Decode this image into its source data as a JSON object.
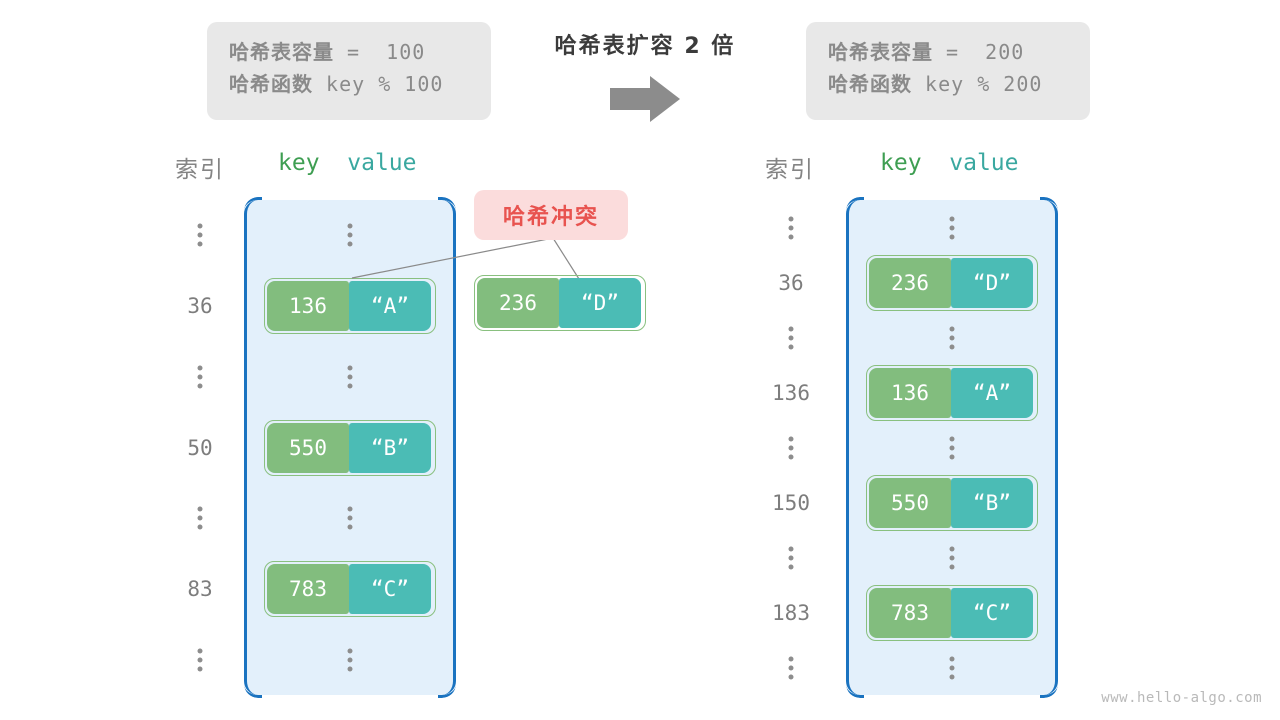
{
  "center": {
    "title": "哈希表扩容 2 倍",
    "arrow_icon": "arrow-right-icon"
  },
  "info_left": {
    "capacity_label": "哈希表容量",
    "capacity_value": " =  100",
    "hashfn_label": "哈希函数",
    "hashfn_value": " key % 100"
  },
  "info_right": {
    "capacity_label": "哈希表容量",
    "capacity_value": " =  200",
    "hashfn_label": "哈希函数",
    "hashfn_value": " key % 200"
  },
  "headers": {
    "index": "索引",
    "key": "key",
    "value": "value"
  },
  "collision": {
    "label": "哈希冲突"
  },
  "detached_cell": {
    "key": "236",
    "value": "“D”"
  },
  "left_table": {
    "rows": [
      {
        "index": "",
        "dots": true,
        "key": "",
        "value": ""
      },
      {
        "index": "36",
        "dots": false,
        "key": "136",
        "value": "“A”"
      },
      {
        "index": "",
        "dots": true,
        "key": "",
        "value": ""
      },
      {
        "index": "50",
        "dots": false,
        "key": "550",
        "value": "“B”"
      },
      {
        "index": "",
        "dots": true,
        "key": "",
        "value": ""
      },
      {
        "index": "83",
        "dots": false,
        "key": "783",
        "value": "“C”"
      },
      {
        "index": "",
        "dots": true,
        "key": "",
        "value": ""
      }
    ]
  },
  "right_table": {
    "rows": [
      {
        "index": "",
        "dots": true,
        "key": "",
        "value": ""
      },
      {
        "index": "36",
        "dots": false,
        "key": "236",
        "value": "“D”"
      },
      {
        "index": "",
        "dots": true,
        "key": "",
        "value": ""
      },
      {
        "index": "136",
        "dots": false,
        "key": "136",
        "value": "“A”"
      },
      {
        "index": "",
        "dots": true,
        "key": "",
        "value": ""
      },
      {
        "index": "150",
        "dots": false,
        "key": "550",
        "value": "“B”"
      },
      {
        "index": "",
        "dots": true,
        "key": "",
        "value": ""
      },
      {
        "index": "183",
        "dots": false,
        "key": "783",
        "value": "“C”"
      },
      {
        "index": "",
        "dots": true,
        "key": "",
        "value": ""
      }
    ]
  },
  "watermark": "www.hello-algo.com",
  "colors": {
    "key_cell": "#82bd7e",
    "value_cell": "#4bbcb5",
    "array_fill": "#e3f0fb",
    "array_border": "#1a73c0",
    "collision_bg": "#fbdcdc",
    "collision_fg": "#e8534f",
    "info_bg": "#e8e8e8",
    "arrow": "#8c8c8c"
  }
}
